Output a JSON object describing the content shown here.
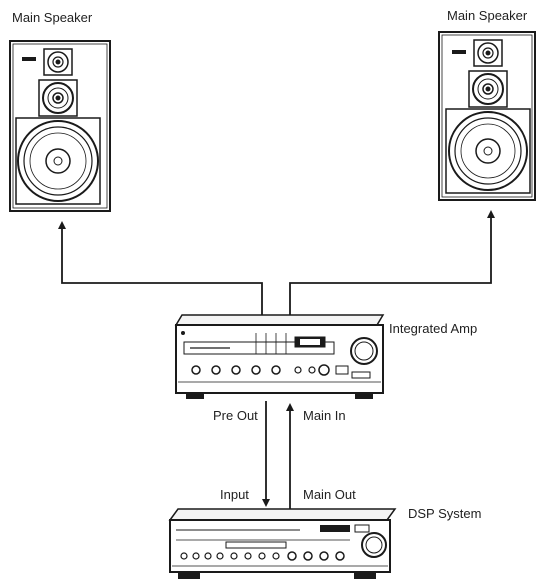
{
  "labels": {
    "left_speaker": "Main Speaker",
    "right_speaker": "Main Speaker",
    "integrated_amp": "Integrated Amp",
    "dsp_system": "DSP System",
    "pre_out": "Pre Out",
    "main_in": "Main In",
    "input": "Input",
    "main_out": "Main Out"
  },
  "colors": {
    "line": "#1a1a1a",
    "fill": "#ffffff"
  },
  "icons": {
    "speaker": "loudspeaker-icon",
    "amplifier": "integrated-amplifier-icon",
    "dsp": "dsp-processor-icon"
  }
}
